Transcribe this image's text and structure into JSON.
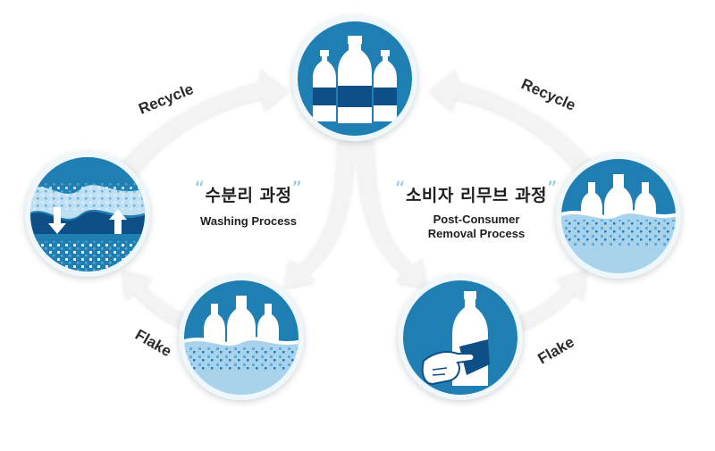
{
  "washing": {
    "title": "수분리 과정",
    "quote_open": "“",
    "quote_close": "”",
    "subtitle": "Washing Process"
  },
  "removal": {
    "title": "소비자 리무브 과정",
    "quote_open": "“",
    "quote_close": "”",
    "subtitle_line1": "Post-Consumer",
    "subtitle_line2": "Removal Process"
  },
  "arrows": {
    "recycle_left": "Recycle",
    "recycle_right": "Recycle",
    "flake_left": "Flake",
    "flake_right": "Flake"
  },
  "colors": {
    "circle_dark": "#1f7fb3",
    "circle_light": "#a9d3ea",
    "bottle_white": "#ffffff",
    "label_blue": "#0f4f88",
    "arrow_gray": "#f1f1f1"
  },
  "icons": [
    "bottles-icon",
    "washing-water-icon",
    "bottles-in-water-icon",
    "bottles-in-flakes-icon",
    "hand-removing-label-icon"
  ]
}
